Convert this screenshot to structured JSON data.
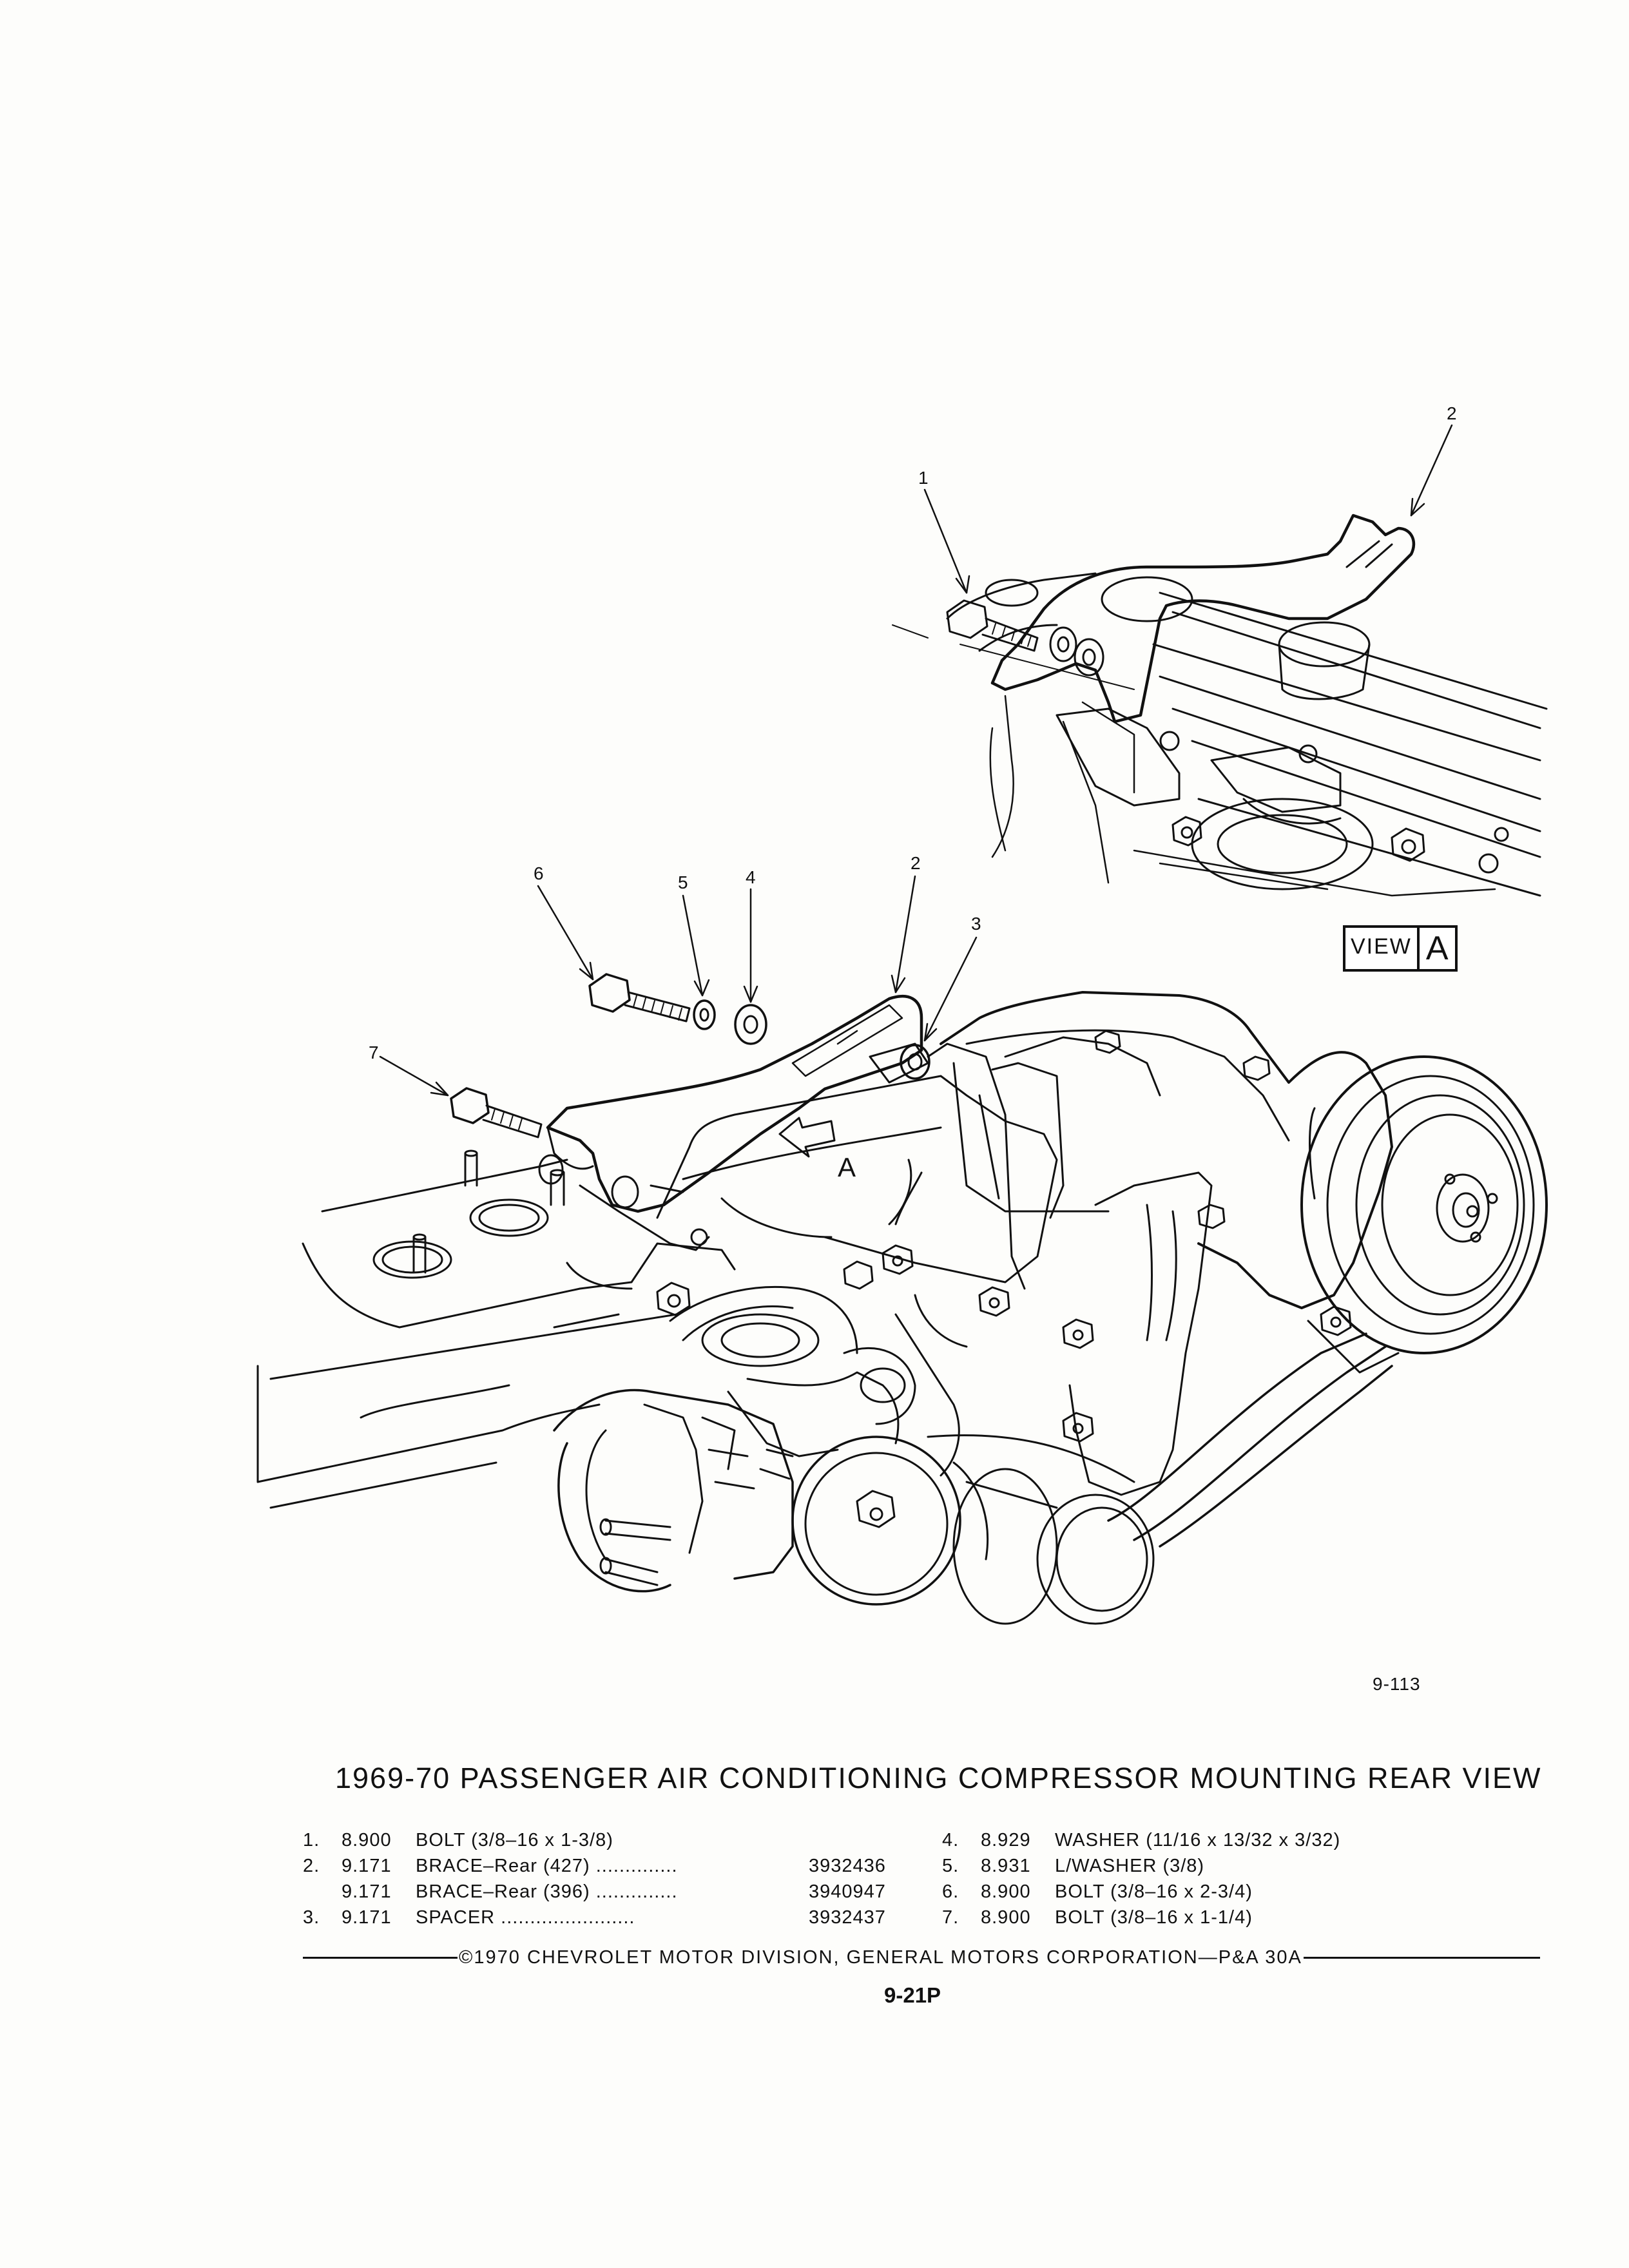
{
  "callouts": {
    "view_a_1": "1",
    "view_a_2": "2",
    "main_6": "6",
    "main_5": "5",
    "main_4": "4",
    "main_2": "2",
    "main_3": "3",
    "main_7": "7"
  },
  "view_label": {
    "word": "VIEW",
    "letter": "A"
  },
  "arrow_label": "A",
  "figure_number": "9-113",
  "title": "1969-70 PASSENGER AIR CONDITIONING COMPRESSOR MOUNTING REAR VIEW",
  "parts_left": [
    {
      "no": "1.",
      "group": "8.900",
      "desc": "BOLT (3/8–16 x 1-3/8)",
      "part": ""
    },
    {
      "no": "2.",
      "group": "9.171",
      "desc": "BRACE–Rear (427) ..............",
      "part": "3932436"
    },
    {
      "no": "",
      "group": "9.171",
      "desc": "BRACE–Rear (396) ..............",
      "part": "3940947"
    },
    {
      "no": "3.",
      "group": "9.171",
      "desc": "SPACER .......................",
      "part": "3932437"
    }
  ],
  "parts_right": [
    {
      "no": "4.",
      "group": "8.929",
      "desc": "WASHER (11/16 x 13/32 x 3/32)"
    },
    {
      "no": "5.",
      "group": "8.931",
      "desc": "L/WASHER (3/8)"
    },
    {
      "no": "6.",
      "group": "8.900",
      "desc": "BOLT (3/8–16 x 2-3/4)"
    },
    {
      "no": "7.",
      "group": "8.900",
      "desc": "BOLT (3/8–16 x 1-1/4)"
    }
  ],
  "copyright": "©1970 CHEVROLET MOTOR DIVISION, GENERAL MOTORS CORPORATION—P&A 30A",
  "page_number": "9-21P"
}
